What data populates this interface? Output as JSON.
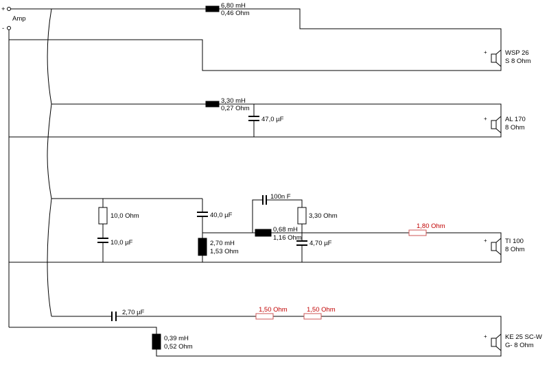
{
  "amp": {
    "plus": "+",
    "minus": "-",
    "label": "Amp"
  },
  "colors": {
    "wire": "#000000",
    "highlight_label": "#c00000",
    "highlight_outline": "#cc5555"
  },
  "branches": {
    "woofer": {
      "series_inductor": {
        "value": "6,80 mH",
        "dcr": "0,46 Ohm"
      },
      "speaker": {
        "polarity": "+",
        "model": "WSP 26",
        "detail": "S 8 Ohm"
      }
    },
    "midwoofer": {
      "series_inductor": {
        "value": "3,30 mH",
        "dcr": "0,27 Ohm"
      },
      "shunt_capacitor": {
        "value": "47,0 µF"
      },
      "speaker": {
        "polarity": "+",
        "model": "AL 170",
        "detail": "8 Ohm"
      }
    },
    "midrange": {
      "shunt_resistor": {
        "value": "10,0 Ohm"
      },
      "shunt_capacitor": {
        "value": "10,0 µF"
      },
      "series_capacitor": {
        "value": "40,0 µF"
      },
      "shunt_inductor": {
        "value": "2,70 mH",
        "dcr": "1,53 Ohm"
      },
      "damping_capacitor": {
        "value": "100n F"
      },
      "damping_resistor": {
        "value": "3,30 Ohm"
      },
      "series_inductor": {
        "value": "0,68 mH",
        "dcr": "1,16 Ohm"
      },
      "shunt_capacitor_2": {
        "value": "4,70 µF"
      },
      "series_resistor": {
        "value": "1,80 Ohm"
      },
      "speaker": {
        "polarity": "+",
        "model": "TI 100",
        "detail": "8 Ohm"
      }
    },
    "tweeter": {
      "series_capacitor": {
        "value": "2,70 µF"
      },
      "shunt_inductor": {
        "value": "0,39 mH",
        "dcr": "0,52 Ohm"
      },
      "series_resistor_1": {
        "value": "1,50 Ohm"
      },
      "series_resistor_2": {
        "value": "1,50 Ohm"
      },
      "speaker": {
        "polarity": "+",
        "model": "KE 25 SC-W",
        "detail": "G- 8 Ohm"
      }
    }
  }
}
